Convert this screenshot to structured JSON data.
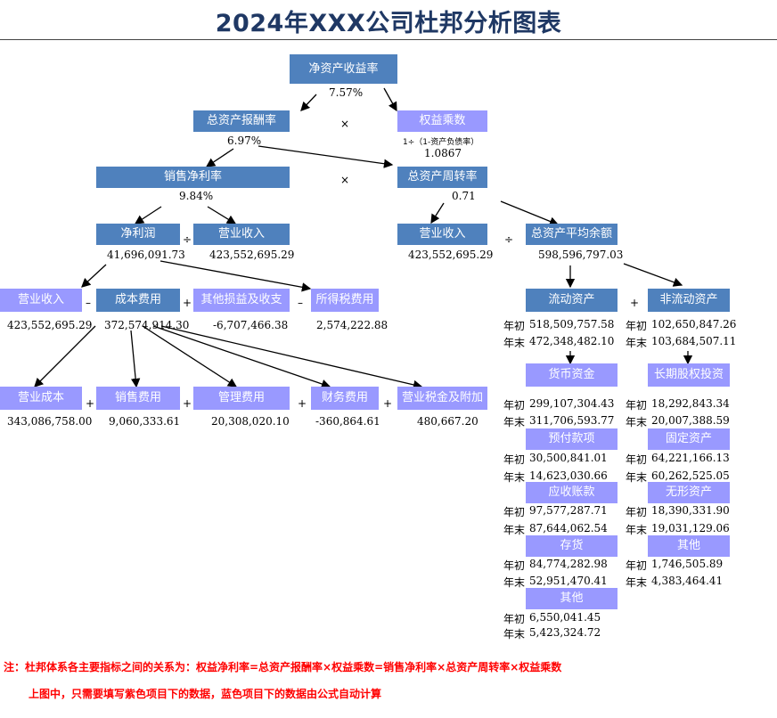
{
  "title": "2024年XXX公司杜邦分析图表",
  "labels": {
    "roe": "净资产收益率",
    "roa": "总资产报酬率",
    "equity_mult": "权益乘数",
    "net_margin": "销售净利率",
    "asset_turnover": "总资产周转率",
    "net_profit": "净利润",
    "revenue_a": "营业收入",
    "revenue_b": "营业收入",
    "avg_assets": "总资产平均余额",
    "revenue_c": "营业收入",
    "total_cost": "成本费用",
    "other_gains": "其他损益及收支",
    "income_tax": "所得税费用",
    "current_assets": "流动资产",
    "noncurrent_assets": "非流动资产",
    "op_cost": "营业成本",
    "sales_exp": "销售费用",
    "admin_exp": "管理费用",
    "fin_exp": "财务费用",
    "sales_tax": "营业税金及附加",
    "cash": "货币资金",
    "lt_equity_inv": "长期股权投资",
    "prepay": "预付款项",
    "fixed_assets": "固定资产",
    "receivables": "应收账款",
    "intangible": "无形资产",
    "inventory": "存货",
    "other_nc": "其他",
    "other_c": "其他"
  },
  "values": {
    "roe": "7.57%",
    "roa": "6.97%",
    "equity_mult_formula": "1÷（1-资产负债率）",
    "equity_mult": "1.0867",
    "net_margin": "9.84%",
    "asset_turnover": "0.71",
    "net_profit": "41,696,091.73",
    "revenue_b": "423,552,695.29",
    "revenue_a": "423,552,695.29",
    "avg_assets": "598,596,797.03",
    "revenue_c": "423,552,695.29",
    "total_cost": "372,574,914.30",
    "other_gains": "-6,707,466.38",
    "income_tax": "2,574,222.88",
    "op_cost": "343,086,758.00",
    "sales_exp": "9,060,333.61",
    "admin_exp": "20,308,020.10",
    "fin_exp": "-360,864.61",
    "sales_tax": "480,667.20"
  },
  "period": {
    "begin": "年初",
    "end": "年末"
  },
  "balances": {
    "current_assets": {
      "begin": "518,509,757.58",
      "end": "472,348,482.10"
    },
    "noncurrent_assets": {
      "begin": "102,650,847.26",
      "end": "103,684,507.11"
    },
    "cash": {
      "begin": "299,107,304.43",
      "end": "311,706,593.77"
    },
    "lt_equity_inv": {
      "begin": "18,292,843.34",
      "end": "20,007,388.59"
    },
    "prepay": {
      "begin": "30,500,841.01",
      "end": "14,623,030.66"
    },
    "fixed_assets": {
      "begin": "64,221,166.13",
      "end": "60,262,525.05"
    },
    "receivables": {
      "begin": "97,577,287.71",
      "end": "87,644,062.54"
    },
    "intangible": {
      "begin": "18,390,331.90",
      "end": "19,031,129.06"
    },
    "inventory": {
      "begin": "84,774,282.98",
      "end": "52,951,470.41"
    },
    "other_nc": {
      "begin": "1,746,505.89",
      "end": "4,383,464.41"
    },
    "other_c": {
      "begin": "6,550,041.45",
      "end": "5,423,324.72"
    }
  },
  "operators": {
    "times": "×",
    "divide": "÷",
    "minus": "–",
    "plus": "+"
  },
  "notes": {
    "line1": "注：杜邦体系各主要指标之间的关系为：权益净利率=总资产报酬率×权益乘数=销售净利率×总资产周转率×权益乘数",
    "line2": "上图中，只需要填写紫色项目下的数据，蓝色项目下的数据由公式自动计算"
  },
  "colors": {
    "blue_box": "#4f81bd",
    "purple_box": "#9999ff",
    "title": "#1f3864",
    "note": "#ff0000"
  }
}
